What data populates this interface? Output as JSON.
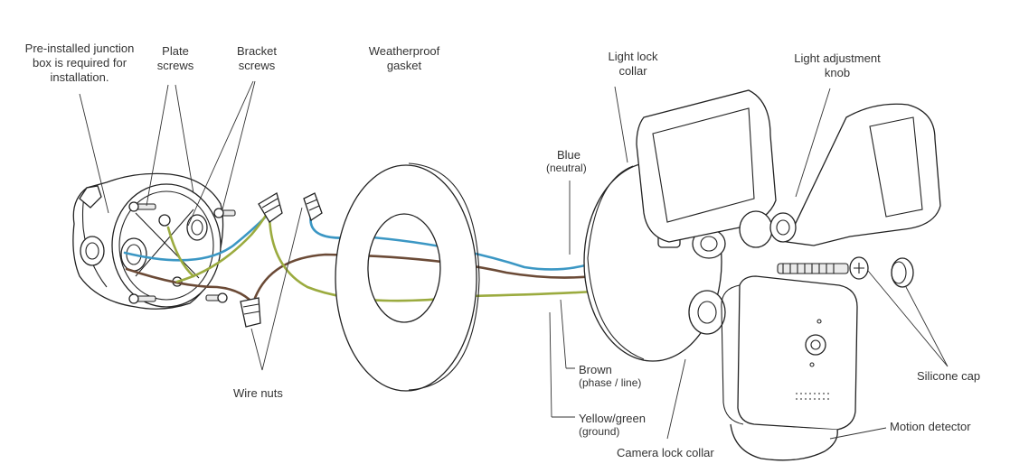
{
  "labels": {
    "junction_box": "Pre-installed junction box is required for installation.",
    "plate_screws": "Plate screws",
    "bracket_screws": "Bracket screws",
    "gasket": "Weatherproof gasket",
    "light_lock_collar": "Light lock collar",
    "light_adjust_knob": "Light adjustment knob",
    "blue_wire": "Blue",
    "blue_wire_sub": "(neutral)",
    "brown_wire": "Brown",
    "brown_wire_sub": "(phase / line)",
    "ground_wire": "Yellow/green",
    "ground_wire_sub": "(ground)",
    "wire_nuts": "Wire nuts",
    "camera_lock_collar": "Camera lock collar",
    "silicone_cap": "Silicone cap",
    "motion_detector": "Motion detector"
  },
  "colors": {
    "blue_wire": "#3b97c4",
    "brown_wire": "#6b4a36",
    "ground_wire": "#9bab3f",
    "outline": "#222222"
  }
}
